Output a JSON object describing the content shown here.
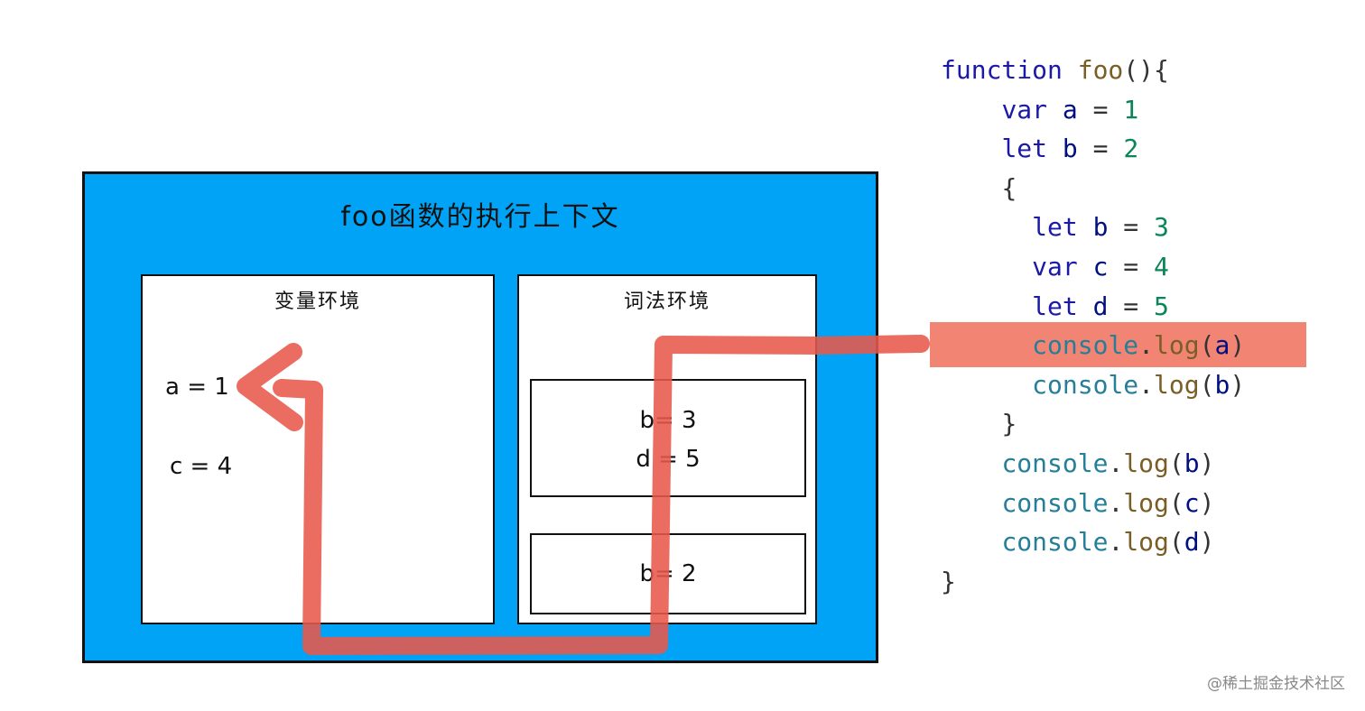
{
  "diagram": {
    "context_title": "foo函数的执行上下文",
    "variable_env": {
      "title": "变量环境",
      "entries": [
        "a = 1",
        "c = 4"
      ]
    },
    "lexical_env": {
      "title": "词法环境",
      "inner_scope": [
        "b= 3",
        "d = 5"
      ],
      "outer_scope": [
        "b= 2"
      ]
    },
    "colors": {
      "context_bg": "#00a3f5",
      "highlight": "#f06e5a",
      "arrow": "#e8584a"
    }
  },
  "code": {
    "lines": [
      {
        "indent": "",
        "tokens": [
          [
            "kw",
            "function"
          ],
          [
            "pun",
            " "
          ],
          [
            "fn",
            "foo"
          ],
          [
            "pun",
            "(){"
          ]
        ]
      },
      {
        "indent": "    ",
        "tokens": [
          [
            "kw",
            "var"
          ],
          [
            "pun",
            " "
          ],
          [
            "id",
            "a"
          ],
          [
            "pun",
            " = "
          ],
          [
            "num",
            "1"
          ]
        ]
      },
      {
        "indent": "    ",
        "tokens": [
          [
            "kw",
            "let"
          ],
          [
            "pun",
            " "
          ],
          [
            "id",
            "b"
          ],
          [
            "pun",
            " = "
          ],
          [
            "num",
            "2"
          ]
        ]
      },
      {
        "indent": "    ",
        "tokens": [
          [
            "pun",
            "{"
          ]
        ]
      },
      {
        "indent": "      ",
        "tokens": [
          [
            "kw",
            "let"
          ],
          [
            "pun",
            " "
          ],
          [
            "id",
            "b"
          ],
          [
            "pun",
            " = "
          ],
          [
            "num",
            "3"
          ]
        ]
      },
      {
        "indent": "      ",
        "tokens": [
          [
            "kw",
            "var"
          ],
          [
            "pun",
            " "
          ],
          [
            "id",
            "c"
          ],
          [
            "pun",
            " = "
          ],
          [
            "num",
            "4"
          ]
        ]
      },
      {
        "indent": "      ",
        "tokens": [
          [
            "kw",
            "let"
          ],
          [
            "pun",
            " "
          ],
          [
            "id",
            "d"
          ],
          [
            "pun",
            " = "
          ],
          [
            "num",
            "5"
          ]
        ]
      },
      {
        "indent": "      ",
        "tokens": [
          [
            "obj",
            "console"
          ],
          [
            "pun",
            "."
          ],
          [
            "fn",
            "log"
          ],
          [
            "pun",
            "("
          ],
          [
            "id",
            "a"
          ],
          [
            "pun",
            ")"
          ]
        ]
      },
      {
        "indent": "      ",
        "tokens": [
          [
            "obj",
            "console"
          ],
          [
            "pun",
            "."
          ],
          [
            "fn",
            "log"
          ],
          [
            "pun",
            "("
          ],
          [
            "id",
            "b"
          ],
          [
            "pun",
            ")"
          ]
        ]
      },
      {
        "indent": "    ",
        "tokens": [
          [
            "pun",
            "}"
          ]
        ]
      },
      {
        "indent": "    ",
        "tokens": [
          [
            "obj",
            "console"
          ],
          [
            "pun",
            "."
          ],
          [
            "fn",
            "log"
          ],
          [
            "pun",
            "("
          ],
          [
            "id",
            "b"
          ],
          [
            "pun",
            ")"
          ]
        ]
      },
      {
        "indent": "    ",
        "tokens": [
          [
            "obj",
            "console"
          ],
          [
            "pun",
            "."
          ],
          [
            "fn",
            "log"
          ],
          [
            "pun",
            "("
          ],
          [
            "id",
            "c"
          ],
          [
            "pun",
            ")"
          ]
        ]
      },
      {
        "indent": "    ",
        "tokens": [
          [
            "obj",
            "console"
          ],
          [
            "pun",
            "."
          ],
          [
            "fn",
            "log"
          ],
          [
            "pun",
            "("
          ],
          [
            "id",
            "d"
          ],
          [
            "pun",
            ")"
          ]
        ]
      },
      {
        "indent": "",
        "tokens": [
          [
            "pun",
            "}"
          ]
        ]
      }
    ],
    "highlighted_line": 7
  },
  "watermark": "@稀土掘金技术社区"
}
